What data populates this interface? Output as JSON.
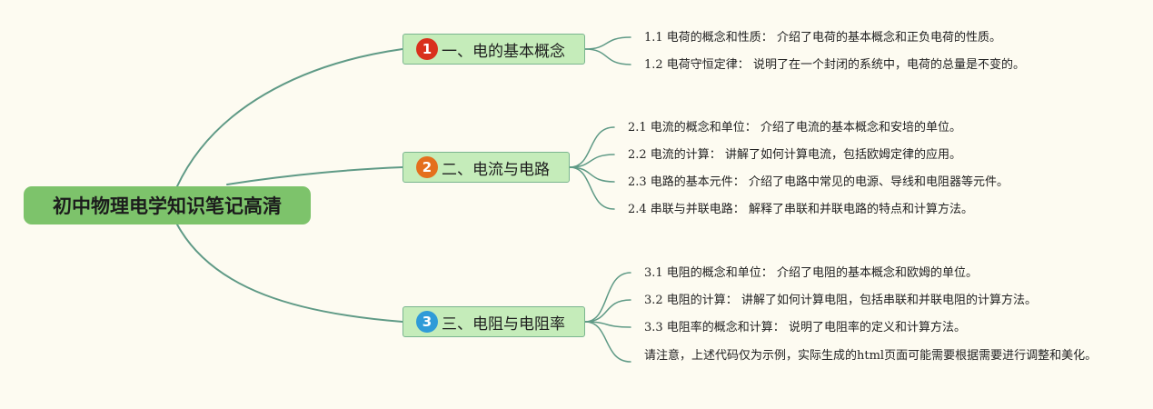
{
  "root": {
    "label": "初中物理电学知识笔记高清"
  },
  "colors": {
    "edge": "#5f9a86",
    "root_fill": "#7dc36b",
    "branch_fill": "#c5ecba",
    "badge_1": "#d9301c",
    "badge_2": "#e46f1d",
    "badge_3": "#2f9bd8"
  },
  "branches": [
    {
      "badge": "1",
      "label": "一、电的基本概念",
      "leaves": [
        "1.1 电荷的概念和性质： 介绍了电荷的基本概念和正负电荷的性质。",
        "1.2 电荷守恒定律： 说明了在一个封闭的系统中，电荷的总量是不变的。"
      ]
    },
    {
      "badge": "2",
      "label": "二、电流与电路",
      "leaves": [
        "2.1 电流的概念和单位： 介绍了电流的基本概念和安培的单位。",
        "2.2 电流的计算： 讲解了如何计算电流，包括欧姆定律的应用。",
        "2.3 电路的基本元件： 介绍了电路中常见的电源、导线和电阻器等元件。",
        "2.4 串联与并联电路： 解释了串联和并联电路的特点和计算方法。"
      ]
    },
    {
      "badge": "3",
      "label": "三、电阻与电阻率",
      "leaves": [
        "3.1 电阻的概念和单位： 介绍了电阻的基本概念和欧姆的单位。",
        "3.2 电阻的计算： 讲解了如何计算电阻，包括串联和并联电阻的计算方法。",
        "3.3 电阻率的概念和计算： 说明了电阻率的定义和计算方法。",
        "请注意，上述代码仅为示例，实际生成的html页面可能需要根据需要进行调整和美化。"
      ]
    }
  ]
}
